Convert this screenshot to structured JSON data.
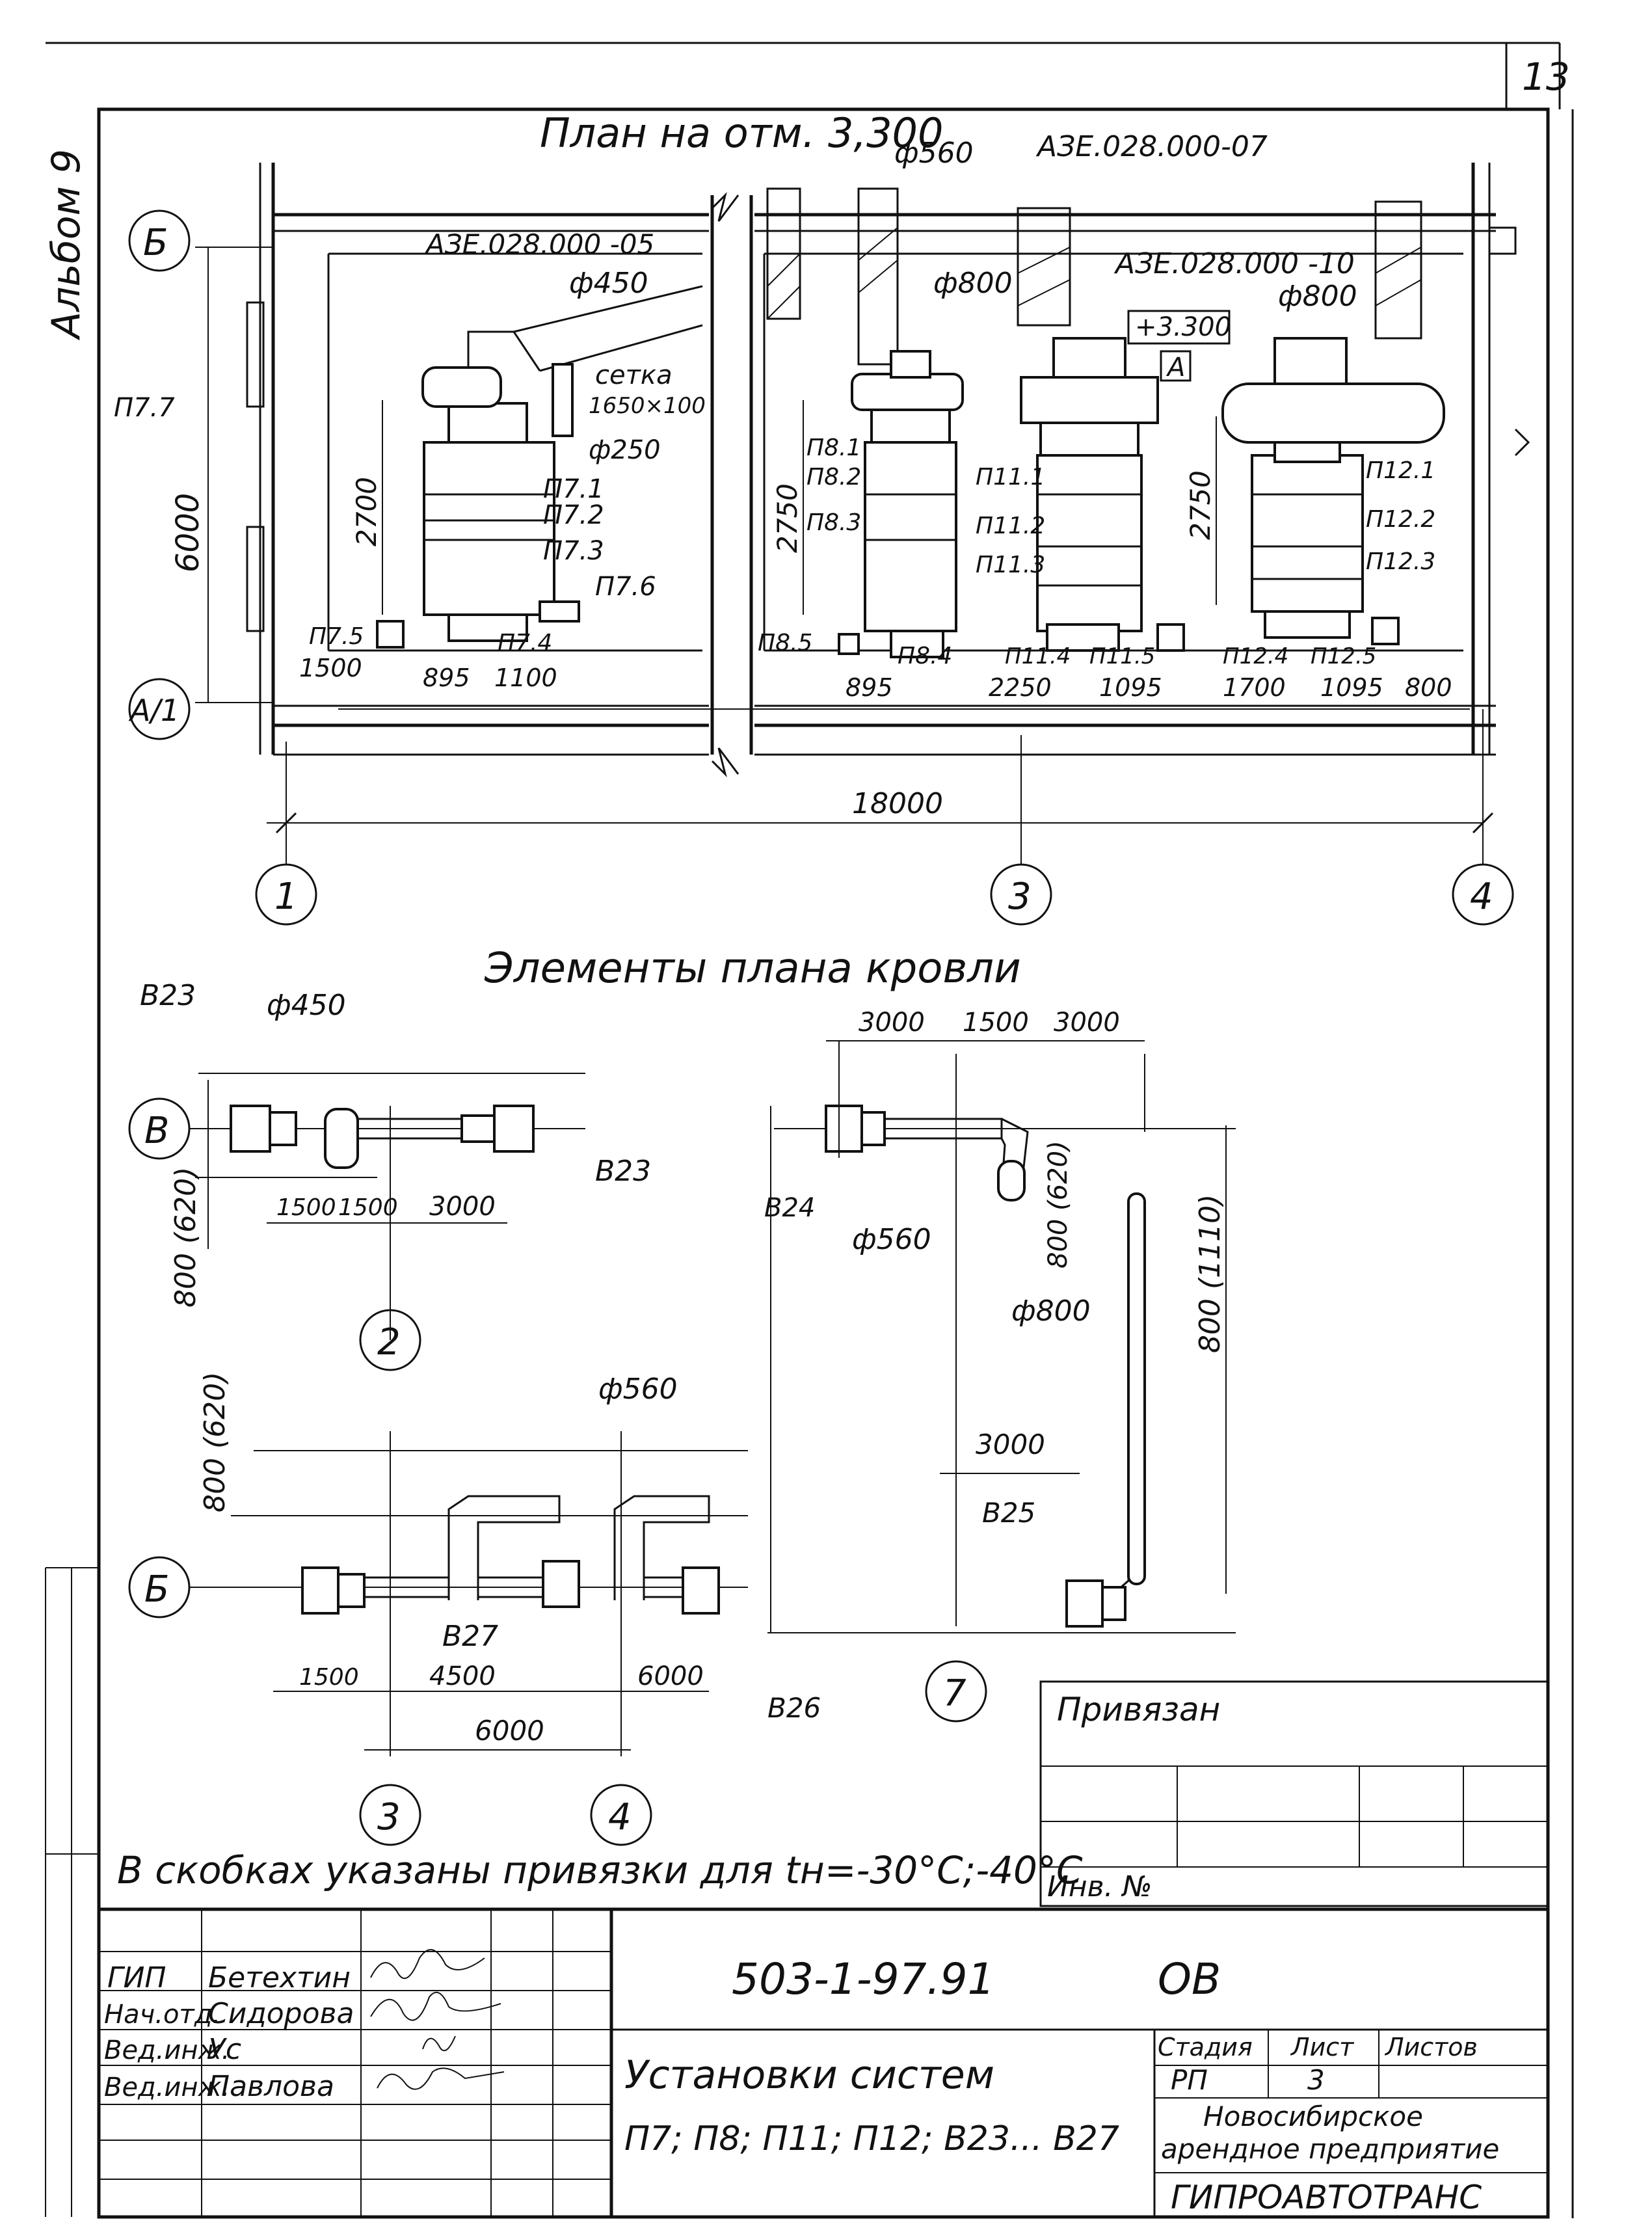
{
  "page_number": "13",
  "album": "Альбом 9",
  "plan": {
    "title": "План на отм. 3,300",
    "axes": {
      "B": "Б",
      "A1": "А/1",
      "n1": "1",
      "n3": "3",
      "n4": "4"
    },
    "duct_labels": {
      "d560": "ф560",
      "a07": "АЗЕ.028.000-07",
      "a05": "АЗЕ.028.000 -05",
      "d450": "ф450",
      "a10": "АЗЕ.028.000 -10",
      "d800a": "ф800",
      "d800b": "ф800",
      "mark": "+3.300",
      "A": "А",
      "grid_title": "сетка",
      "grid_size": "1650×100",
      "d250": "ф250"
    },
    "units": {
      "p71": "П7.1",
      "p72": "П7.2",
      "p73": "П7.3",
      "p74": "П7.4",
      "p75": "П7.5",
      "p76": "П7.6",
      "p77": "П7.7",
      "p81": "П8.1",
      "p82": "П8.2",
      "p83": "П8.3",
      "p84": "П8.4",
      "p85": "П8.5",
      "p111": "П11.1",
      "p112": "П11.2",
      "p113": "П11.3",
      "p114": "П11.4",
      "p115": "П11.5",
      "p121": "П12.1",
      "p122": "П12.2",
      "p123": "П12.3",
      "p124": "П12.4",
      "p125": "П12.5"
    },
    "dims": {
      "d6000": "6000",
      "d2700": "2700",
      "d2750a": "2750",
      "d2750b": "2750",
      "d1500": "1500",
      "d895a": "895",
      "d1100": "1100",
      "d895b": "895",
      "d2250": "2250",
      "d1095a": "1095",
      "d1700": "1700",
      "d1095b": "1095",
      "d800": "800",
      "d18000": "18000"
    }
  },
  "roof": {
    "title": "Элементы плана кровли",
    "upper_left": {
      "b23a": "В23",
      "d450": "ф450",
      "axis": "В",
      "b23b": "В23",
      "dim_side": "800 (620)",
      "d1500a": "1500",
      "d1500b": "1500",
      "d3000": "3000",
      "axis2": "2"
    },
    "upper_right": {
      "d3000a": "3000",
      "d1500": "1500",
      "d3000b": "3000",
      "b24": "В24",
      "d560": "ф560",
      "dim_side1": "800 (620)",
      "dim_side2": "800 (1110)",
      "d800": "ф800",
      "d3000c": "3000",
      "b25": "В25",
      "axis7": "7"
    },
    "lower": {
      "d560": "ф560",
      "dim_side": "800 (620)",
      "axis": "Б",
      "b27": "В27",
      "b26": "В26",
      "d1500": "1500",
      "d4500": "4500",
      "d6000a": "6000",
      "d6000b": "6000",
      "axis3": "3",
      "axis4": "4"
    }
  },
  "note": "В скобках указаны привязки для tн=-30°С;-40°С",
  "stamp": {
    "bound": "Привязан",
    "inv": "Инв. №",
    "code": "503-1-97.91",
    "mark": "ОВ",
    "title1": "Установки систем",
    "title2": "П7; П8; П11; П12; В23... В27",
    "stage_h": "Стадия",
    "sheet_h": "Лист",
    "sheets_h": "Листов",
    "stage": "РП",
    "sheet": "3",
    "org1": "Новосибирское",
    "org2": "арендное предприятие",
    "org3": "ГИПРОАВТОТРАНС",
    "roles": [
      {
        "role": "ГИП",
        "name": "Бетехтин"
      },
      {
        "role": "Нач.отд.",
        "name": "Сидорова"
      },
      {
        "role": "Вед.инж.",
        "name": "Ус"
      },
      {
        "role": "Вед.инж.",
        "name": "Павлова"
      }
    ]
  }
}
